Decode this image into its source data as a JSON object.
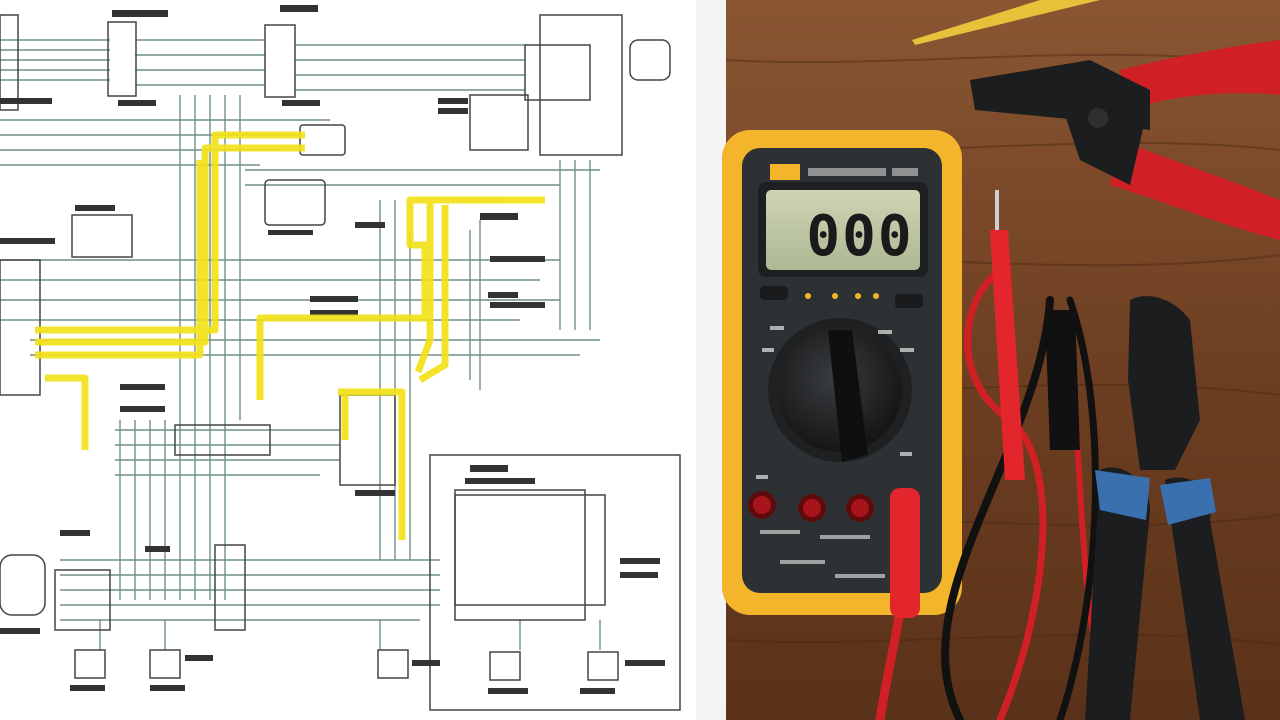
{
  "scene": {
    "description_free": true,
    "panels": [
      "wiring-diagram",
      "multimeter-and-tools"
    ]
  },
  "diagram": {
    "colors": {
      "wire": "#6f8f8a",
      "highlight": "#f2e21a",
      "ink": "#333333",
      "paper": "#ffffff"
    }
  },
  "multimeter": {
    "display_value": "000",
    "colors": {
      "body": "#f2b52b",
      "face": "#2e3133",
      "lcd": "#bfc7a8",
      "lcd_ink": "#1a1a1a",
      "jack": "#a8141b"
    }
  },
  "tools": {
    "colors": {
      "wood": "#7b4a2a",
      "handle_red": "#d11f26",
      "steel": "#1c1d1f",
      "grip_blue": "#3a6fb0",
      "probe_red": "#e3262b",
      "lead_black": "#111111"
    }
  }
}
